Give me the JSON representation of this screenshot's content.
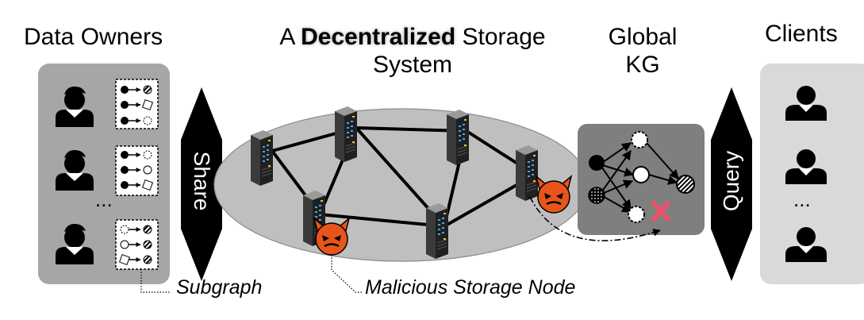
{
  "titles": {
    "data_owners": "Data Owners",
    "storage_system": {
      "prefix": "A ",
      "emphasis": "Decentralized",
      "suffix": " Storage",
      "line2": "System"
    },
    "global_kg": {
      "line1": "Global",
      "line2": "KG"
    },
    "clients": "Clients"
  },
  "arrows": {
    "share": "Share",
    "query": "Query"
  },
  "ellipsis": "...",
  "captions": {
    "subgraph": "Subgraph",
    "malicious_node": "Malicious Storage Node"
  },
  "colors": {
    "owner_panel": "#a6a6a6",
    "client_panel": "#d9d9d9",
    "ellipse_fill": "#bfbfbf",
    "kg_panel": "#7f7f7f",
    "devil": "#e8551a",
    "reject_cross": "#e8546a"
  },
  "icons": [
    "person-icon",
    "server-icon",
    "devil-icon",
    "cross-icon",
    "share-arrow-icon",
    "query-arrow-icon"
  ]
}
